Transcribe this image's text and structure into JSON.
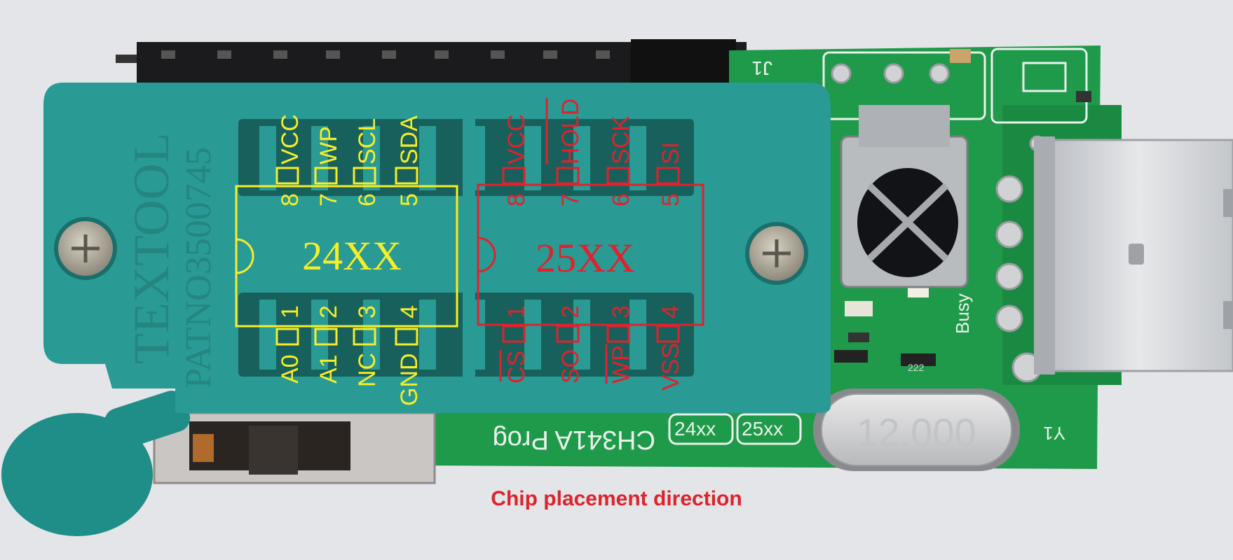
{
  "colors": {
    "yellow": "#f5ee2a",
    "red": "#e0222c",
    "socket": "#2a9a94",
    "pcb": "#1f9a4a",
    "caption": "#e0222c"
  },
  "socket_text": {
    "brand": "TEXTOOL",
    "patent": "PATNO3500745"
  },
  "chip_24xx": {
    "label": "24XX",
    "top_pins": [
      {
        "num": "8",
        "name": "VCC"
      },
      {
        "num": "7",
        "name": "WP"
      },
      {
        "num": "6",
        "name": "SCL"
      },
      {
        "num": "5",
        "name": "SDA"
      }
    ],
    "bottom_pins": [
      {
        "num": "1",
        "name": "A0"
      },
      {
        "num": "2",
        "name": "A1"
      },
      {
        "num": "3",
        "name": "NC"
      },
      {
        "num": "4",
        "name": "GND"
      }
    ]
  },
  "chip_25xx": {
    "label": "25XX",
    "top_pins": [
      {
        "num": "8",
        "name": "VCC"
      },
      {
        "num": "7",
        "name": "HOLD"
      },
      {
        "num": "6",
        "name": "SCK"
      },
      {
        "num": "5",
        "name": "SI"
      }
    ],
    "bottom_pins": [
      {
        "num": "1",
        "name": "CS"
      },
      {
        "num": "2",
        "name": "SO"
      },
      {
        "num": "3",
        "name": "WP"
      },
      {
        "num": "4",
        "name": "VSS"
      }
    ]
  },
  "board_silkscreen": {
    "j1": "J1",
    "board_name": "CH341A Prog",
    "tag_24": "24xx",
    "tag_25": "25xx",
    "busy": "Busy",
    "y1": "Y1",
    "r_code": "222"
  },
  "crystal": {
    "frequency": "12.000"
  },
  "caption": "Chip placement direction"
}
